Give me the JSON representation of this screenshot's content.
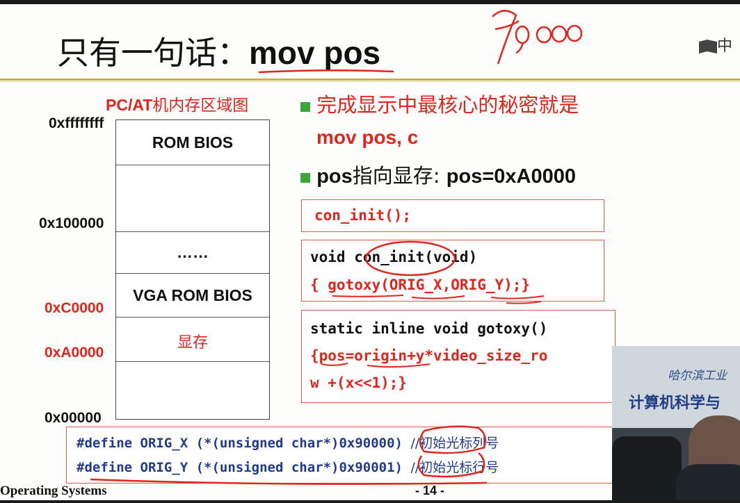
{
  "slide": {
    "title_cjk": "只有一句话：",
    "title_latin": "mov pos",
    "logo_text": "中",
    "handwritten_note": "90000"
  },
  "memory_map": {
    "title_latin": "PC/AT",
    "title_cjk": "机内存区域图",
    "regions": [
      {
        "label": "ROM BIOS"
      },
      {
        "label": ""
      },
      {
        "label": "……"
      },
      {
        "label": "VGA ROM BIOS"
      },
      {
        "label": "显存"
      },
      {
        "label": ""
      }
    ],
    "addresses": [
      {
        "label": "0xffffffff",
        "color": "black"
      },
      {
        "label": "0x100000",
        "color": "black"
      },
      {
        "label": "0xC0000",
        "color": "red"
      },
      {
        "label": "0xA0000",
        "color": "red"
      },
      {
        "label": "0x00000",
        "color": "black"
      }
    ]
  },
  "bullets": {
    "b1_text": "完成显示中最核心的秘密就是",
    "b1_sub": "mov pos, c",
    "b2_latin1": "pos",
    "b2_cjk": "指向显存: ",
    "b2_latin2": "pos=0xA0000"
  },
  "code": {
    "box1_line": "con_init();",
    "box2_line1": "void con_init(void)",
    "box2_line2": "{ gotoxy(ORIG_X,ORIG_Y);}",
    "box3_line1": "static inline void gotoxy()",
    "box3_line2": "{pos=origin+y*video_size_ro",
    "box3_line3": "w +(x<<1);}",
    "define1_code": "#define ORIG_X (*(unsigned char*)0x90000)",
    "define1_comment": "//初始光标列号",
    "define2_code": "#define ORIG_Y (*(unsigned char*)0x90001)",
    "define2_comment": "//初始光标行号"
  },
  "footer": {
    "left": "Operating Systems",
    "page": "- 14 -"
  },
  "video": {
    "sign_top": "哈尔滨工业",
    "sign_main": "计算机科学与"
  },
  "colors": {
    "accent_red": "#e2241d",
    "bullet_green": "#3aa63a",
    "code_blue": "#203a8c",
    "rule_gold": "#c8b23c"
  }
}
